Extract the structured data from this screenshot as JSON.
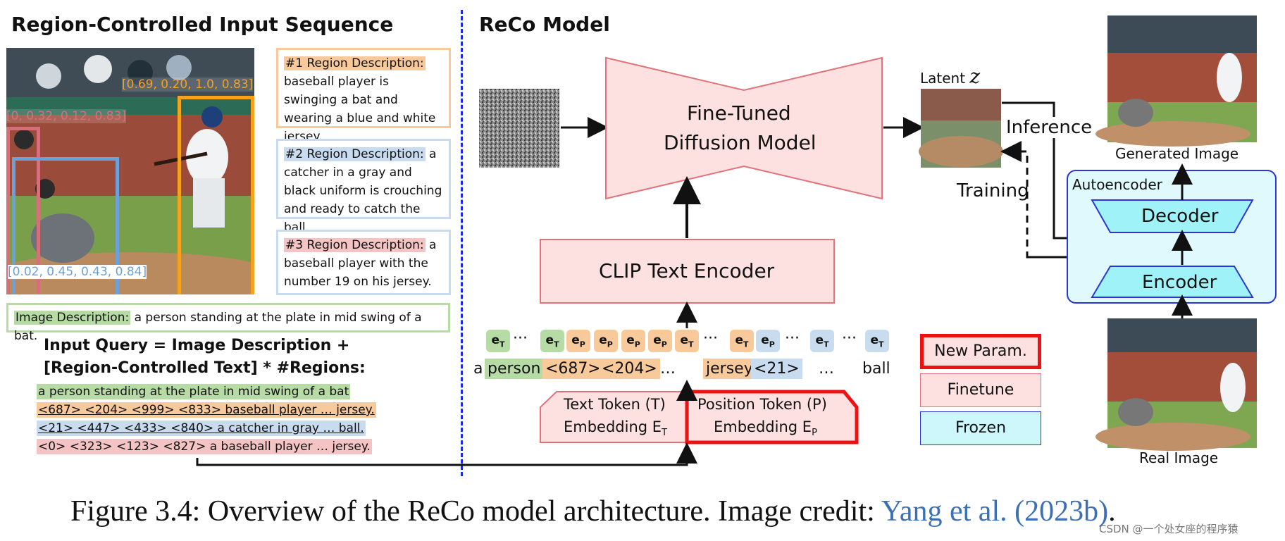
{
  "left_title": "Region-Controlled Input Sequence",
  "right_title": "ReCo Model",
  "coords": {
    "orange": "[0.69, 0.20, 1.0, 0.83]",
    "red": "[0, 0.32, 0.12, 0.83]",
    "blue": "[0.02, 0.45, 0.43, 0.84]"
  },
  "region_descriptions": [
    {
      "label": "#1 Region Description:",
      "text": " baseball player is swinging a bat and wearing a blue and white jersey.",
      "color": "#f8c99a"
    },
    {
      "label": "#2 Region Description:",
      "text": " a catcher in a gray and black uniform is crouching and ready to catch the ball.",
      "color": "#c9dcef"
    },
    {
      "label": "#3 Region Description:",
      "text": " a baseball player with the number 19 on his jersey.",
      "color": "#f4c4c4"
    }
  ],
  "image_description": {
    "label": "Image Description:",
    "text": " a person standing at the plate in mid swing of a bat."
  },
  "query_title_1": "Input Query = Image Description +",
  "query_title_2": "[Region-Controlled Text] * #Regions:",
  "query_lines": [
    {
      "text": "a person standing at the plate in mid swing of a bat",
      "color": "#b7dba4"
    },
    {
      "text": "<687> <204> <999> <833> baseball player … jersey.",
      "color": "#f8c99a"
    },
    {
      "text": "<21> <447> <433> <840> a catcher in gray … ball.",
      "color": "#c9dcef"
    },
    {
      "text": "<0> <323> <123> <827> a baseball player …  jersey.",
      "color": "#f4c4c4"
    }
  ],
  "diffusion_label_1": "Fine-Tuned",
  "diffusion_label_2": "Diffusion Model",
  "clip_label": "CLIP Text Encoder",
  "latent_label": "Latent",
  "latent_symbol": "z",
  "inference_label": "Inference",
  "training_label": "Training",
  "generated_label": "Generated Image",
  "real_label": "Real Image",
  "autoencoder_label": "Autoencoder",
  "decoder_label": "Decoder",
  "encoder_label": "Encoder",
  "tokens": {
    "e": "e",
    "t": "T",
    "p": "P",
    "dots": "···",
    "ellipsis": "…"
  },
  "words": {
    "a": "a",
    "person": "person",
    "n687": "<687>",
    "n204": "<204>",
    "jersey": "jersey",
    "n21": "<21>",
    "ball": "ball"
  },
  "text_embed_1": "Text Token (T)",
  "text_embed_2": "Embedding E",
  "text_embed_sub": "T",
  "pos_embed_1": "Position Token (P)",
  "pos_embed_2": "Embedding E",
  "pos_embed_sub": "P",
  "legend": {
    "new": "New Param.",
    "finetune": "Finetune",
    "frozen": "Frozen"
  },
  "caption_prefix": "Figure 3.4: Overview of the ReCo model architecture. Image credit: ",
  "caption_cite": "Yang et al.",
  "caption_year": "(2023b)",
  "caption_end": ".",
  "watermark": "CSDN @一个处女座的程序猿",
  "colors": {
    "orange": "#f8c99a",
    "blue": "#c9dcef",
    "red": "#f4c4c4",
    "green": "#b7dba4",
    "pink_fill": "#fde0e0",
    "pink_border": "#e2737a",
    "frozen_fill": "#cdf7fb",
    "frozen_border": "#2c36d6",
    "cite": "#3b6fb6"
  }
}
